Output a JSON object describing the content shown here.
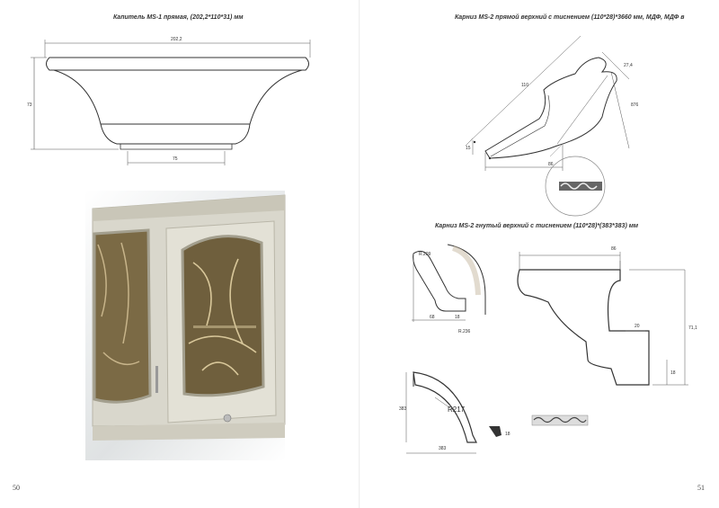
{
  "left": {
    "caption": "Капитель MS-1 прямая, (202,2*110*31) мм",
    "dims": {
      "width": "202,2",
      "height": "73",
      "base": "75"
    },
    "page_number": "50"
  },
  "right": {
    "caption_top": "Карниз MS-2 прямой верхний с тиснением (110*28)*3660 мм, МДФ, МДФ в",
    "caption_mid": "Карниз MS-2 гнутый верхний с тиснением (110*28)*(383*383) мм",
    "dims_top": {
      "diag": "110",
      "d2": "27,4",
      "vert": "876",
      "small": "15",
      "horiz": "86"
    },
    "dims_left": {
      "r_top": "R.209",
      "w1": "68",
      "w2": "18",
      "r_bottom": "R.236"
    },
    "dims_profile": {
      "top": "86",
      "inner": "20",
      "height": "71,1",
      "step": "18"
    },
    "dims_arc": {
      "radius": "R217",
      "height": "383",
      "width": "383",
      "small": "18"
    },
    "page_number": "51"
  },
  "colors": {
    "line": "#333333",
    "photo_frame": "#d9d7cc",
    "glass": "#7b6a45"
  }
}
